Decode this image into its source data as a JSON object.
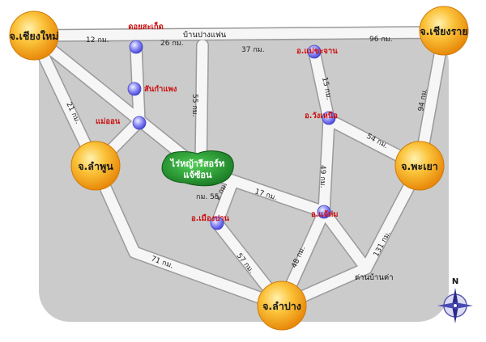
{
  "cities": {
    "chiang_mai": "จ.เชียงใหม่",
    "chiang_rai": "จ.เชียงราย",
    "lamphun": "จ.ลำพูน",
    "phayao": "จ.พะเยา",
    "lampang": "จ.ลำปาง"
  },
  "towns": {
    "doi_saket": "ดอยสะเก็ด",
    "san_kamphaeng": "สันกำแพง",
    "mae_on": "แม่ออน",
    "mae_chan": "อ.แม่ขะจาน",
    "wang_nuea": "อ.วังเหนือ",
    "mueang_pan": "อ.เมืองปาน",
    "chae_hom": "อ.แจ้ห่ม"
  },
  "places": {
    "ban_pang_faen": "บ้านปางแฟน",
    "tambon_ban_kha": "ต่านบ้านค่า"
  },
  "resort": {
    "line1": "ไร่หญ้ารีสอร์ท",
    "line2": "แจ้ซ้อน"
  },
  "distances": {
    "d12": "12 กม.",
    "d26": "26 กม.",
    "d37": "37 กม.",
    "d96": "96 กม.",
    "d21": "21 กม.",
    "d55v": "55 กม.",
    "d15": "15 กม.",
    "d94": "94 กม.",
    "d54": "54 กม.",
    "d49": "49 กม.",
    "d17": "17 กม.",
    "d2": "2 กม.",
    "d55h": "กม. 55",
    "d71": "71 กม.",
    "d57": "57 กม.",
    "d48": "48 กม.",
    "d131": "131 กม."
  },
  "compass": {
    "label": "N"
  },
  "colors": {
    "background": "#ffffff",
    "region": "#cbcbcb",
    "city_marker": "#f7a81b",
    "town_marker": "#7f7ff0",
    "resort": "#1e8a2e",
    "town_label": "#cc1111"
  }
}
